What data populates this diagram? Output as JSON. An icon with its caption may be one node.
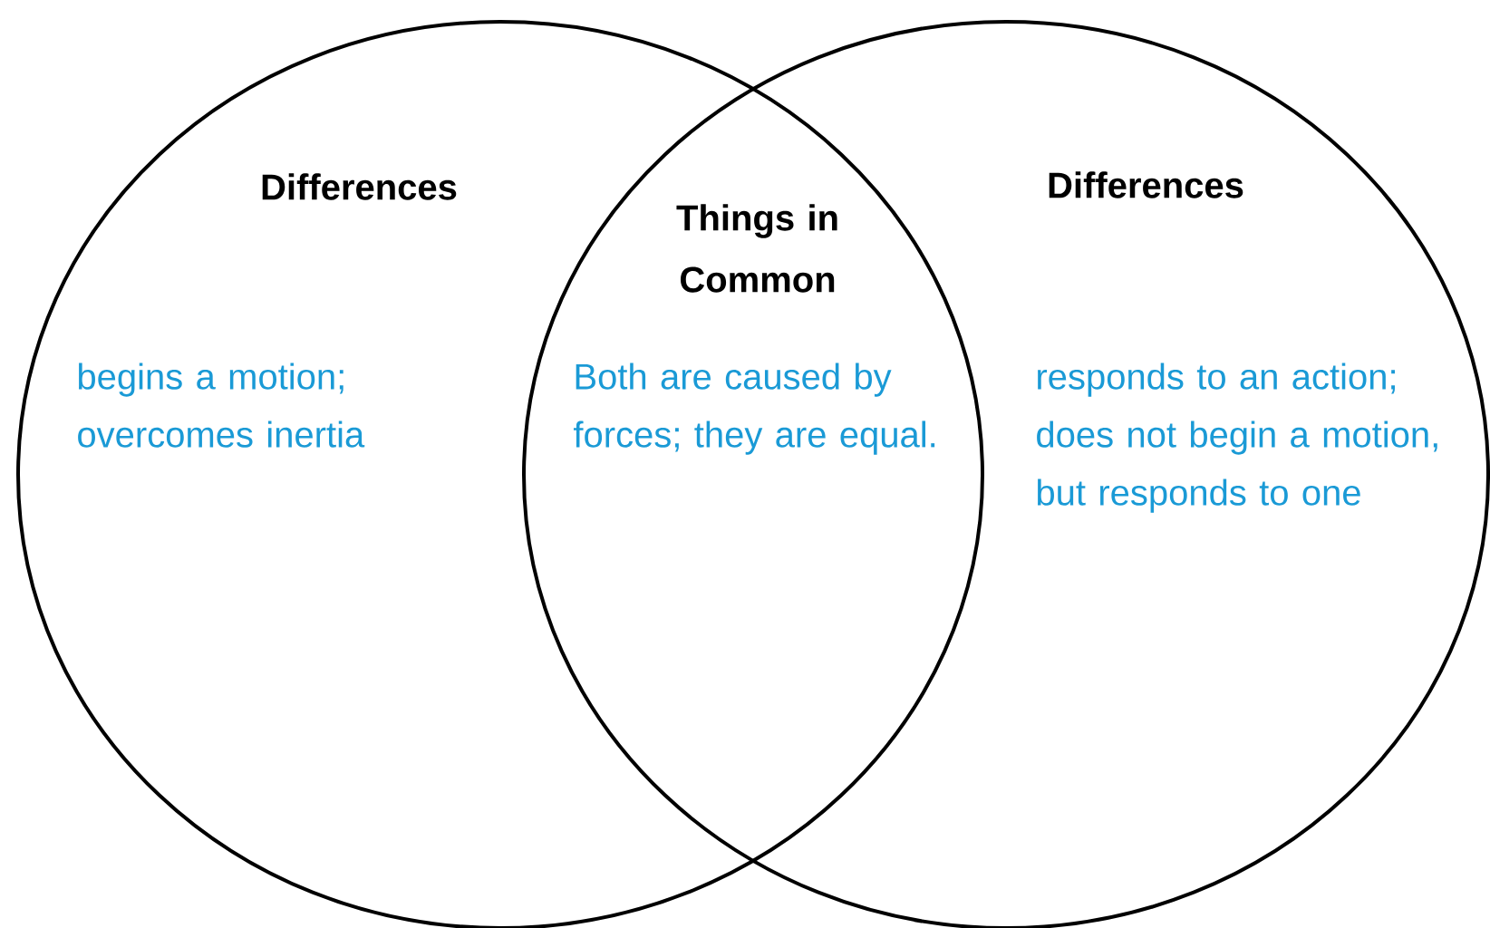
{
  "diagram": {
    "nodes": [
      {
        "text": [
          "Differences",
          "begins a motion; overcomes inertia"
        ]
      },
      {
        "text": [
          "Things in Common",
          "Both are caused by forces; they are equal."
        ]
      },
      {
        "text": [
          "Differences",
          "responds to an action; does not begin a motion, but responds to one"
        ]
      }
    ]
  }
}
